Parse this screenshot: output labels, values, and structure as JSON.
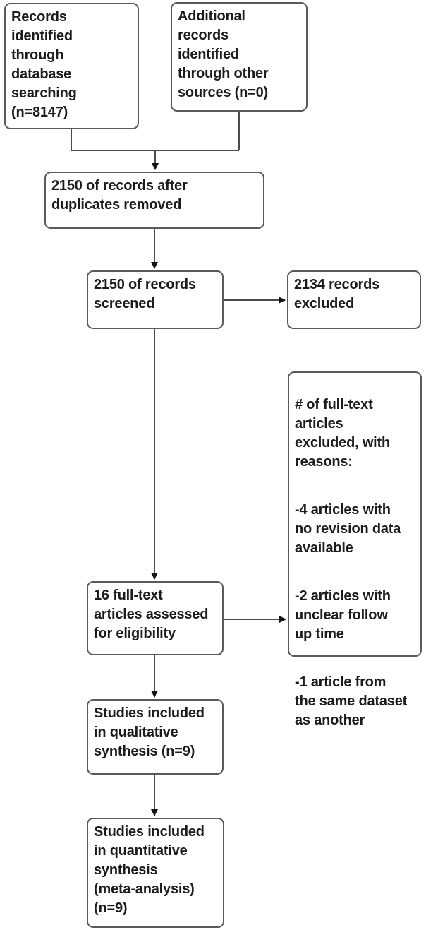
{
  "diagram": {
    "kind": "prisma-flowchart",
    "colors": {
      "box_border": "#5a5a5e",
      "text": "#1c1c1e",
      "connector_line": "#4b4b4d",
      "arrowhead": "#141414",
      "background": "#ffffff"
    },
    "boxes": {
      "records_identified": {
        "text": "Records\nidentified\nthrough\ndatabase\nsearching\n(n=8147)"
      },
      "additional_records": {
        "text": "Additional\nrecords\nidentified\nthrough other\nsources (n=0)"
      },
      "after_duplicates": {
        "text": "2150 of records after\nduplicates removed"
      },
      "records_screened": {
        "text": "2150 of records\nscreened"
      },
      "records_excluded": {
        "text": "2134 records\nexcluded"
      },
      "full_text_assessed": {
        "text": "16 full-text\narticles assessed\nfor eligibility"
      },
      "full_text_excluded": {
        "paragraphs": [
          "# of full-text\narticles\nexcluded, with\nreasons:",
          "-4 articles with\nno revision data\navailable",
          "-2 articles with\nunclear follow\nup time",
          "-1 article from\nthe same dataset\nas another"
        ]
      },
      "qualitative_synthesis": {
        "text": "Studies included\nin qualitative\nsynthesis (n=9)"
      },
      "quantitative_synthesis": {
        "text": "Studies included\nin quantitative\nsynthesis\n(meta-analysis)\n(n=9)"
      }
    }
  }
}
